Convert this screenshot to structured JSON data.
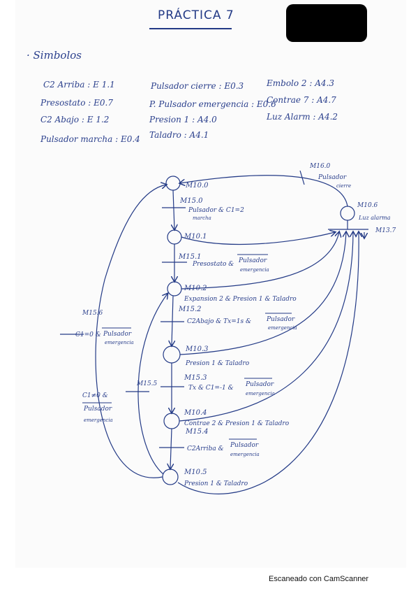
{
  "page": {
    "title": "PRÁCTICA 7",
    "section": "· Simbolos",
    "footer": "Escaneado con CamScanner"
  },
  "symbols": [
    {
      "text": "C2 Arriba : E 1.1"
    },
    {
      "text": "Presostato : E0.7"
    },
    {
      "text": "C2 Abajo : E 1.2"
    },
    {
      "text": "Pulsador marcha : E0.4"
    },
    {
      "text": "Pulsador cierre : E0.3"
    },
    {
      "text": "P. Pulsador emergencia : E0.6"
    },
    {
      "text": "Presion 1 : A4.0"
    },
    {
      "text": "Taladro : A4.1"
    },
    {
      "text": "Embolo 2 : A4.3"
    },
    {
      "text": "Contrae 7 : A4.7"
    },
    {
      "text": "Luz Alarm : A4.2"
    }
  ],
  "diagram": {
    "states": [
      {
        "id": "M10.0",
        "label": "M10.0",
        "desc": ""
      },
      {
        "id": "M10.1",
        "label": "M10.1",
        "desc": ""
      },
      {
        "id": "M10.2",
        "label": "M10.2",
        "desc": "Expansion 2 & Presion 1 & Taladro"
      },
      {
        "id": "M10.3",
        "label": "M10.3",
        "desc": "Presion 1 & Taladro"
      },
      {
        "id": "M10.4",
        "label": "M10.4",
        "desc": "Contrae 2 & Presion 1 & Taladro"
      },
      {
        "id": "M10.5",
        "label": "M10.5",
        "desc": "Presion 1 & Taladro"
      },
      {
        "id": "M10.6",
        "label": "M10.6",
        "desc": "Luz alarma"
      }
    ],
    "transitions": [
      {
        "id": "M15.0",
        "label": "M15.0",
        "cond": "Pulsador & C1=2",
        "cond2": "marcha",
        "over": ""
      },
      {
        "id": "M15.1",
        "label": "M15.1",
        "cond": "Presostato &",
        "cond2": "emergencia",
        "over": "Pulsador"
      },
      {
        "id": "M15.2",
        "label": "M15.2",
        "cond": "C2Abajo & Tx=1s &",
        "cond2": "emergencia",
        "over": "Pulsador"
      },
      {
        "id": "M15.3",
        "label": "M15.3",
        "cond": "Tx & C1=-1 &",
        "cond2": "emergencia",
        "over": "Pulsador"
      },
      {
        "id": "M15.4",
        "label": "M15.4",
        "cond": "C2Arriba &",
        "cond2": "emergencia",
        "over": "Pulsador"
      },
      {
        "id": "M15.5",
        "label": "M15.5",
        "cond1": "C1≠0 &",
        "cond2": "Pulsador",
        "cond3": "emergencia"
      },
      {
        "id": "M15.6",
        "label": "M15.6",
        "cond": "C1=0 &",
        "over": "Pulsador",
        "cond2": "emergencia"
      },
      {
        "id": "M16.0",
        "label": "M16.0",
        "cond": "Pulsador",
        "cond2": "cierre"
      },
      {
        "id": "M13.7",
        "label": "M13.7"
      }
    ]
  }
}
